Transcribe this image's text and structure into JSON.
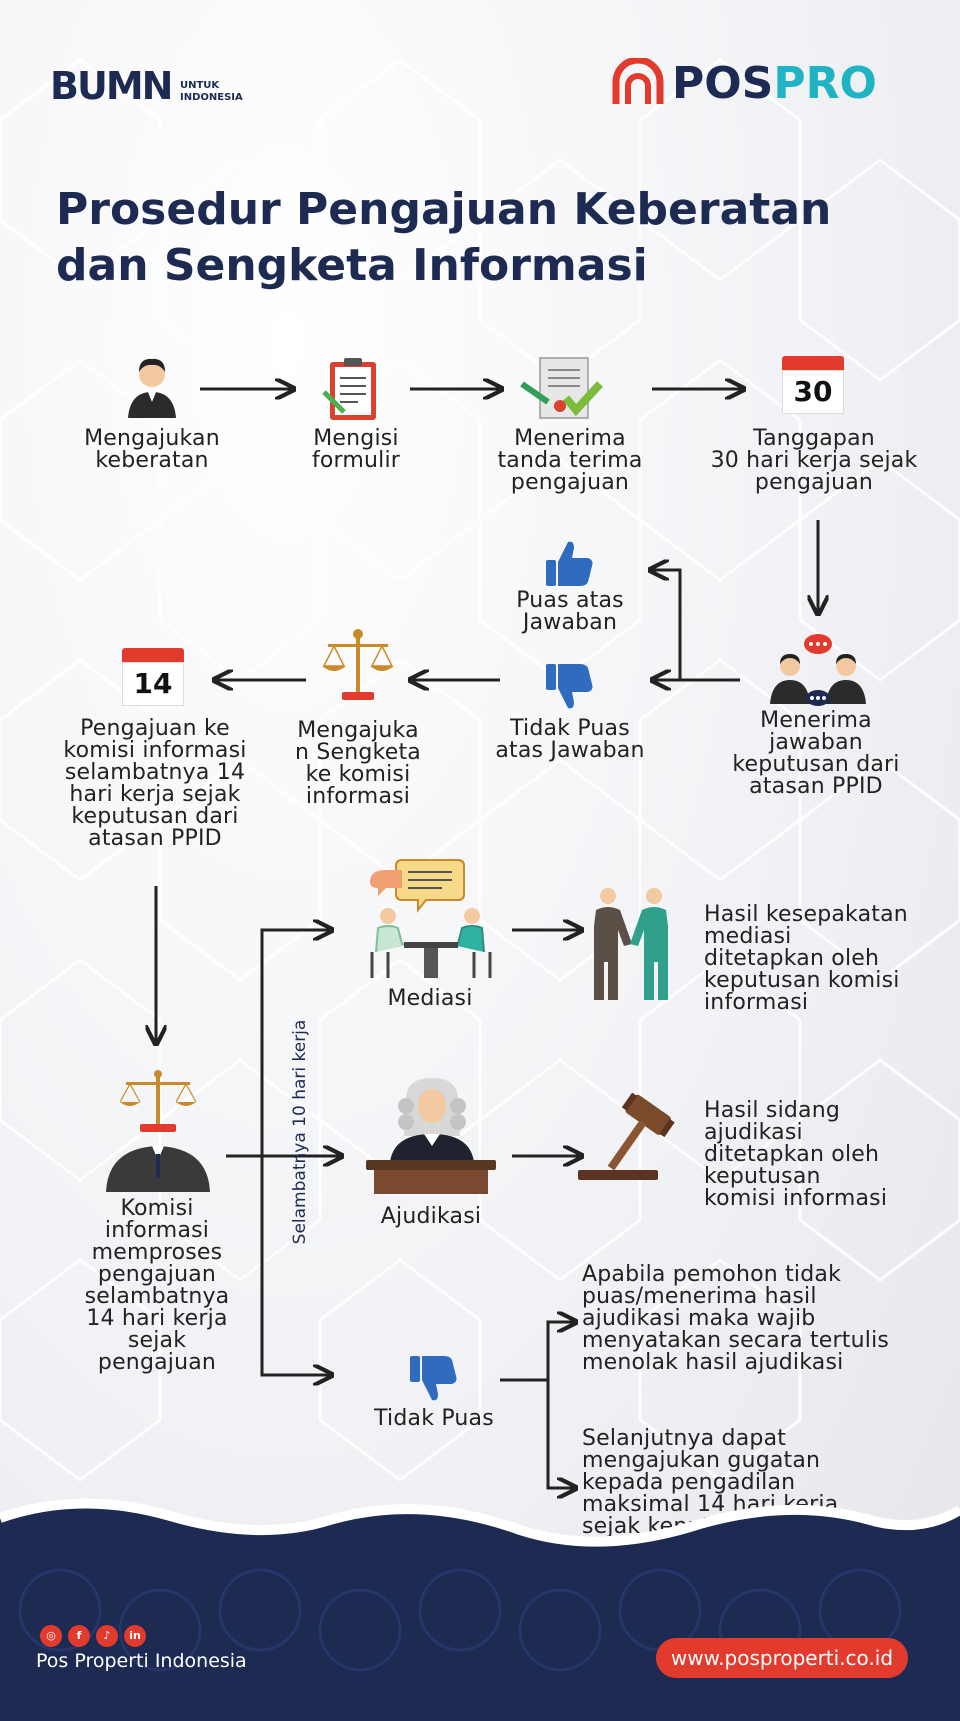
{
  "header": {
    "bumn_mark": "BUMN",
    "bumn_sub_line1": "UNTUK",
    "bumn_sub_line2": "INDONESIA",
    "brand_a": "POS",
    "brand_b": "PRO",
    "title_line1": "Prosedur Pengajuan Keberatan",
    "title_line2": "dan Sengketa Informasi"
  },
  "steps": {
    "s1": [
      "Mengajukan",
      "keberatan"
    ],
    "s2": [
      "Mengisi",
      "formulir"
    ],
    "s3": [
      "Menerima",
      "tanda terima",
      "pengajuan"
    ],
    "s4": [
      "Tanggapan",
      "30 hari kerja sejak",
      "pengajuan"
    ],
    "s4_number": "30",
    "s5": [
      "Puas atas",
      "Jawaban"
    ],
    "s6": [
      "Tidak Puas",
      "atas Jawaban"
    ],
    "s7": [
      "Menerima",
      "jawaban",
      "keputusan dari",
      "atasan PPID"
    ],
    "s8": [
      "Mengajuka",
      "n Sengketa",
      "ke komisi",
      "informasi"
    ],
    "s9": [
      "Pengajuan ke",
      "komisi informasi",
      "selambatnya 14",
      "hari kerja sejak",
      "keputusan dari",
      "atasan PPID"
    ],
    "s9_number": "14",
    "s10": [
      "Komisi",
      "informasi",
      "memproses",
      "pengajuan",
      "selambatnya",
      "14 hari kerja",
      "sejak",
      "pengajuan"
    ],
    "vertical_note": "Selambatnya 10 hari kerja",
    "mediasi": "Mediasi",
    "mediasi_result": [
      "Hasil kesepakatan",
      "mediasi",
      "ditetapkan oleh",
      "keputusan komisi",
      "informasi"
    ],
    "ajudikasi": "Ajudikasi",
    "ajudikasi_result": [
      "Hasil sidang",
      "ajudikasi",
      "ditetapkan oleh",
      "keputusan",
      "komisi informasi"
    ],
    "tidak_puas": "Tidak Puas",
    "tidak_puas_a": [
      "Apabila pemohon tidak",
      "puas/menerima hasil",
      "ajudikasi maka wajib",
      "menyatakan secara tertulis",
      "menolak hasil ajudikasi"
    ],
    "tidak_puas_b": [
      "Selanjutnya dapat",
      "mengajukan gugatan",
      "kepada pengadilan",
      "maksimal 14 hari kerja",
      "sejak keputusan dari"
    ]
  },
  "footer": {
    "name": "Pos Properti Indonesia",
    "url": "www.posproperti.co.id",
    "social_icons": [
      "instagram-icon",
      "facebook-icon",
      "tiktok-icon",
      "linkedin-icon"
    ]
  },
  "colors": {
    "navy": "#1d2a52",
    "accent_red": "#e23b2e",
    "accent_teal": "#1fb3c4",
    "thumb_blue": "#2f6bbf",
    "gold": "#c98a2b"
  }
}
